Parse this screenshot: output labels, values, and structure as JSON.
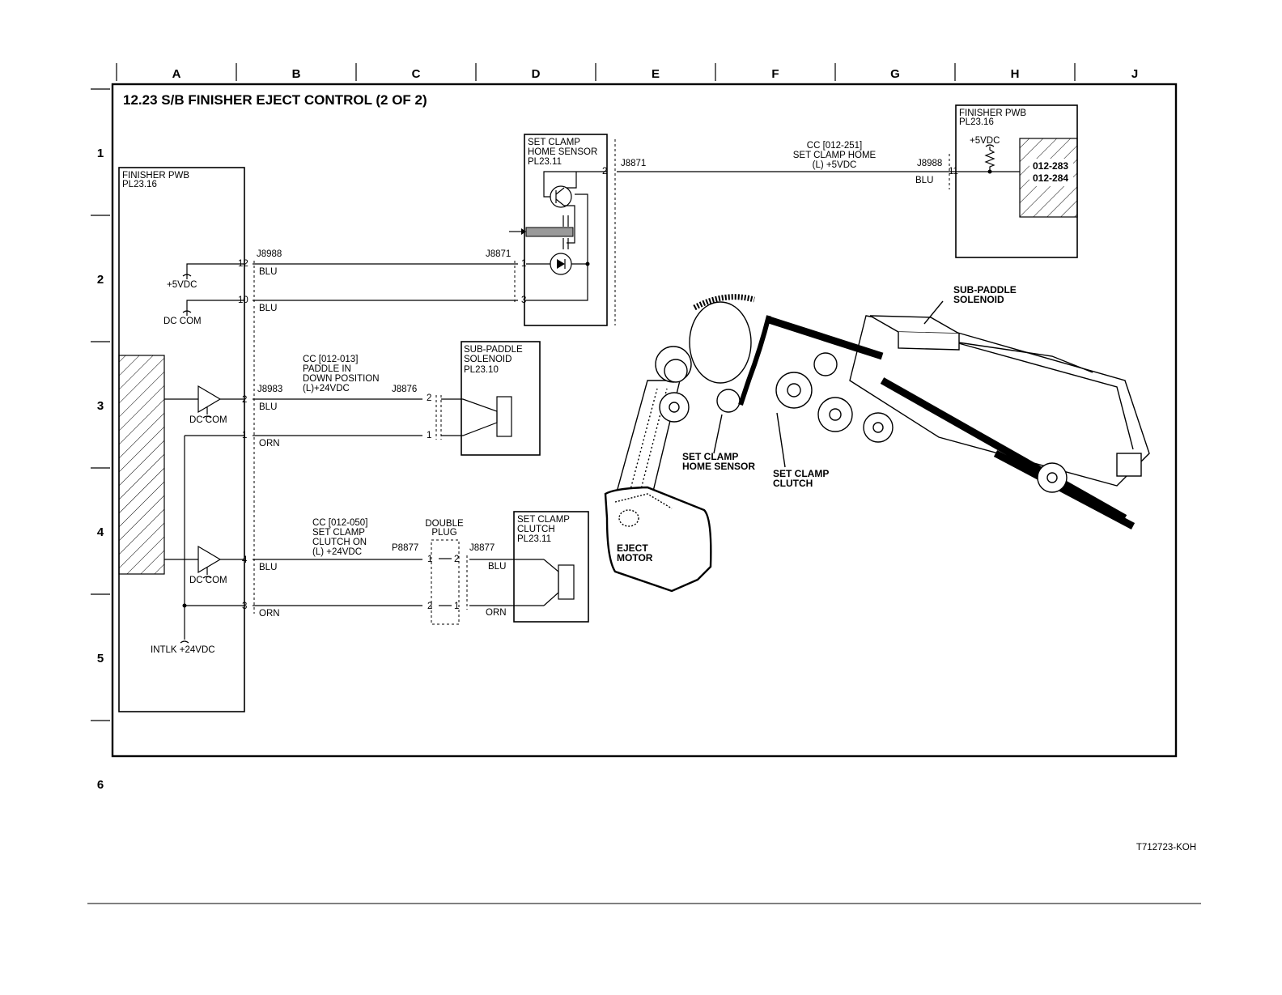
{
  "title": "12.23 S/B FINISHER EJECT CONTROL (2 OF 2)",
  "columns": [
    "A",
    "B",
    "C",
    "D",
    "E",
    "F",
    "G",
    "H",
    "J"
  ],
  "rows": [
    "1",
    "2",
    "3",
    "4",
    "5",
    "6"
  ],
  "doc_id": "T712723-KOH",
  "finisher_pwb_left": {
    "name": "FINISHER PWB",
    "pl": "PL23.16"
  },
  "finisher_pwb_right": {
    "name": "FINISHER PWB",
    "pl": "PL23.16",
    "supply": "+5VDC",
    "codes": [
      "012-283",
      "012-284"
    ]
  },
  "set_clamp_home_sensor": {
    "name_line1": "SET CLAMP",
    "name_line2": "HOME SENSOR",
    "pl": "PL23.11"
  },
  "sub_paddle_solenoid": {
    "name_line1": "SUB-PADDLE",
    "name_line2": "SOLENOID",
    "pl": "PL23.10"
  },
  "set_clamp_clutch": {
    "name_line1": "SET CLAMP",
    "name_line2": "CLUTCH",
    "pl": "PL23.11"
  },
  "double_plug": {
    "line1": "DOUBLE",
    "line2": "PLUG"
  },
  "connectors": {
    "j8988": "J8988",
    "j8871": "J8871",
    "j8983": "J8983",
    "j8876": "J8876",
    "p8877": "P8877",
    "j8877": "J8877"
  },
  "pins": {
    "p12": "12",
    "p10": "10",
    "p2": "2",
    "p1": "1",
    "p3": "3",
    "p4": "4",
    "p11": "11"
  },
  "wire_colors": {
    "blu": "BLU",
    "orn": "ORN"
  },
  "supplies": {
    "vdc5": "+5VDC",
    "dccom": "DC COM",
    "intlk": "INTLK +24VDC"
  },
  "cc_home": {
    "line1": "CC [012-251]",
    "line2": "SET CLAMP HOME",
    "line3": "(L) +5VDC"
  },
  "cc_paddle": {
    "line1": "CC  [012-013]",
    "line2": "PADDLE IN",
    "line3": "DOWN POSITION",
    "line4": "(L)+24VDC"
  },
  "cc_clutch": {
    "line1": "CC  [012-050]",
    "line2": "SET CLAMP",
    "line3": "CLUTCH ON",
    "line4": "(L) +24VDC"
  },
  "illustration": {
    "sub_paddle_l1": "SUB-PADDLE",
    "sub_paddle_l2": "SOLENOID",
    "sensor_l1": "SET CLAMP",
    "sensor_l2": "HOME SENSOR",
    "clutch_l1": "SET CLAMP",
    "clutch_l2": "CLUTCH",
    "motor_l1": "EJECT",
    "motor_l2": "MOTOR"
  }
}
